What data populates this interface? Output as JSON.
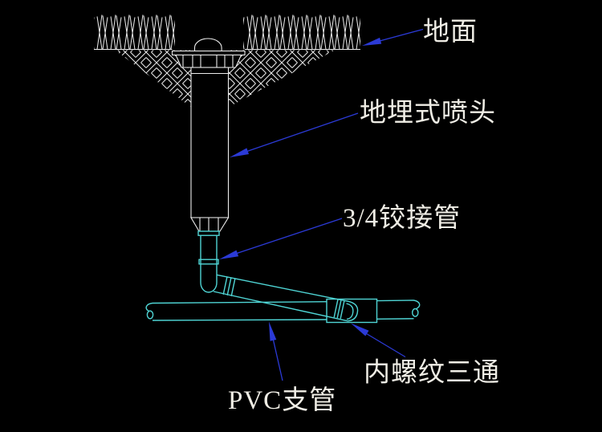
{
  "diagram": {
    "type": "cad-irrigation-installation-detail",
    "labels": {
      "ground": "地面",
      "sprinkler": "地埋式喷头",
      "swing_pipe": "3/4铰接管",
      "tee": "内螺纹三通",
      "branch_pipe": "PVC支管"
    },
    "colors": {
      "bg": "#000000",
      "line": "#ececec",
      "pipe": "#4fd5d5",
      "leader": "#2b3ad6",
      "text": "#efede5"
    }
  }
}
